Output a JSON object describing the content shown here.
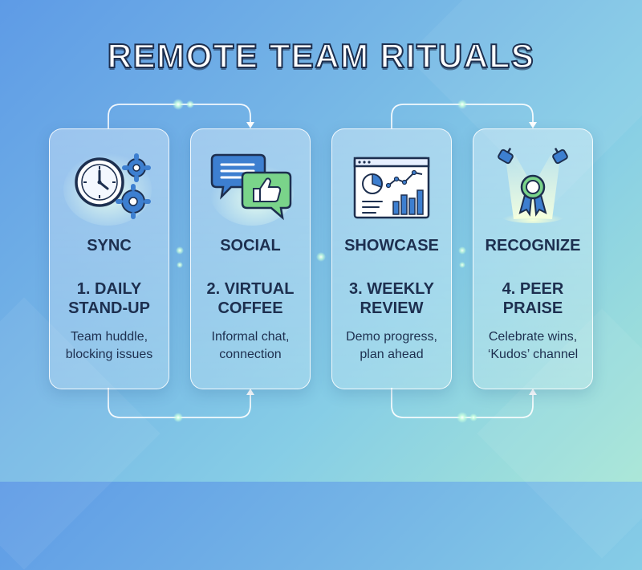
{
  "title": "REMOTE TEAM RITUALS",
  "colors": {
    "dark_navy": "#1d2f4f",
    "accent_blue": "#3d7fd0",
    "accent_green": "#7ad48a",
    "connector": "#ffffff"
  },
  "rituals": [
    {
      "category": "SYNC",
      "name_lines": [
        "1. DAILY",
        "STAND-UP"
      ],
      "desc_lines": [
        "Team huddle,",
        "blocking issues"
      ],
      "icon": "clock-gears-icon"
    },
    {
      "category": "SOCIAL",
      "name_lines": [
        "2. VIRTUAL",
        "COFFEE"
      ],
      "desc_lines": [
        "Informal chat,",
        "connection"
      ],
      "icon": "chat-bubbles-thumbs-up-icon"
    },
    {
      "category": "SHOWCASE",
      "name_lines": [
        "3. WEEKLY",
        "REVIEW"
      ],
      "desc_lines": [
        "Demo progress,",
        "plan ahead"
      ],
      "icon": "dashboard-charts-icon"
    },
    {
      "category": "RECOGNIZE",
      "name_lines": [
        "4. PEER",
        "PRAISE"
      ],
      "desc_lines": [
        "Celebrate wins,",
        "‘Kudos’ channel"
      ],
      "icon": "spotlight-award-icon"
    }
  ]
}
